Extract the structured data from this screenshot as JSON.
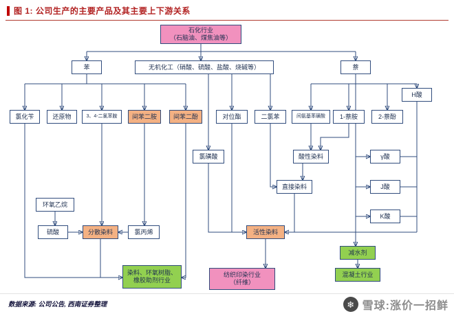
{
  "figure": {
    "title": "图 1: 公司生产的主要产品及其主要上下游关系",
    "source": "数据来源: 公司公告, 西南证券整理"
  },
  "watermark": {
    "logo_glyph": "❄",
    "text": "雪球:涨价一招鲜"
  },
  "colors": {
    "title_red": "#B22222",
    "accent_bar": "#C00000",
    "line": "#2F4B7C",
    "node_pink": "#F191BE",
    "node_orange": "#F4B183",
    "node_green": "#92D050",
    "watermark_gray": "#8C8C8C"
  },
  "nodes": {
    "petro": "石化行业\n（石脑油、煤焦油等）",
    "benzene": "苯",
    "inorganic": "无机化工（硝酸、硫酸、盐酸、烧碱等）",
    "naphthalene": "萘",
    "h_acid": "H酸",
    "benzyl_chloride": "氯化苄",
    "reduction": "还原物",
    "dichloroaniline": "3、4-二氯苯胺",
    "m_phenylenediamine": "间苯二胺",
    "resorcinol": "间苯二酚",
    "para_ester": "对位酯",
    "dichlorobenzene": "二氯苯",
    "m_aminobenzenesulfonic": "间氨基苯磺酸",
    "naphthylamine": "1-萘胺",
    "naphthol": "2-萘酚",
    "chlorosulfonic": "氯磺酸",
    "acid_dye": "酸性染料",
    "gamma_acid": "γ酸",
    "direct_dye": "直接染料",
    "j_acid": "J酸",
    "ethylene_oxide": "环氧乙烷",
    "k_acid": "K酸",
    "sulfuric": "硫酸",
    "disperse_dye": "分散染料",
    "allyl_chloride": "氯丙烯",
    "reactive_dye": "活性染料",
    "water_reducer": "减水剂",
    "dye_industry": "染料、环氧树脂、\n橡胶助剂行业",
    "textile_industry": "纺织印染行业\n（纤维）",
    "concrete_industry": "混凝土行业"
  },
  "edges": [
    "石化行业->苯",
    "石化行业->无机化工",
    "石化行业->萘",
    "苯->氯化苄",
    "苯->还原物",
    "苯->3、4-二氯苯胺",
    "苯->间苯二胺",
    "苯->间苯二酚",
    "无机化工->对位酯",
    "无机化工->二氯苯",
    "无机化工->氯磺酸",
    "萘->间氨基苯磺酸",
    "萘->1-萘胺",
    "萘->2-萘酚",
    "萘->H酸",
    "萘->γ酸",
    "萘->J酸",
    "萘->K酸",
    "萘->减水剂",
    "间氨基苯磺酸->酸性染料",
    "1-萘胺->酸性染料",
    "酸性染料->直接染料",
    "二氯苯->直接染料",
    "氯磺酸->活性染料",
    "对位酯->活性染料",
    "直接染料->活性染料",
    "H酸->活性染料",
    "γ酸->活性染料",
    "J酸->活性染料",
    "K酸->活性染料",
    "3、4-二氯苯胺->分散染料",
    "间苯二胺->氯丙烯",
    "环氧乙烷->硫酸",
    "硫酸->分散染料",
    "氯丙烯->分散染料",
    "氯化苄->染料、环氧树脂、橡胶助剂行业",
    "分散染料->染料、环氧树脂、橡胶助剂行业",
    "间苯二酚->染料、环氧树脂、橡胶助剂行业",
    "活性染料->纺织印染行业（纤维）",
    "减水剂->混凝土行业"
  ]
}
